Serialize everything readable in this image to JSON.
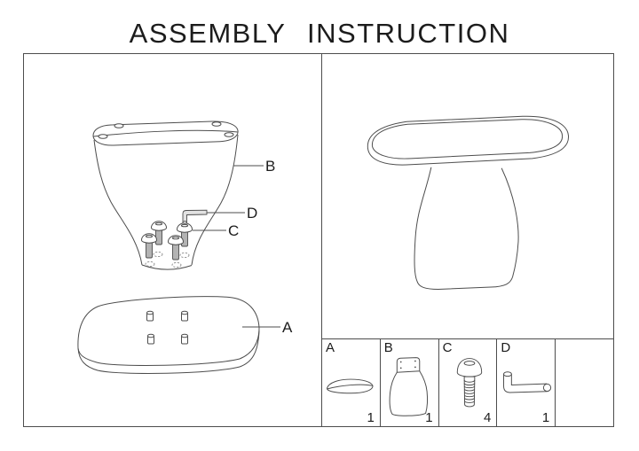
{
  "title": "ASSEMBLY INSTRUCTION",
  "colors": {
    "line": "#4d4d4d",
    "text": "#1c1c1c",
    "metal_fill": "#b3b3b3",
    "tool_fill": "#e2e2e2",
    "background": "#ffffff"
  },
  "exploded_view": {
    "callouts": [
      {
        "letter": "B",
        "part": "pedestal-base"
      },
      {
        "letter": "D",
        "part": "allen-key"
      },
      {
        "letter": "C",
        "part": "screw"
      },
      {
        "letter": "A",
        "part": "table-top"
      }
    ]
  },
  "assembled_view": {
    "description": "assembled side table"
  },
  "parts_list": {
    "cells": [
      {
        "letter": "A",
        "quantity": "1",
        "icon": "table-top-icon"
      },
      {
        "letter": "B",
        "quantity": "1",
        "icon": "pedestal-icon"
      },
      {
        "letter": "C",
        "quantity": "4",
        "icon": "screw-icon"
      },
      {
        "letter": "D",
        "quantity": "1",
        "icon": "allen-key-icon"
      },
      {
        "letter": "",
        "quantity": "",
        "icon": ""
      }
    ]
  }
}
